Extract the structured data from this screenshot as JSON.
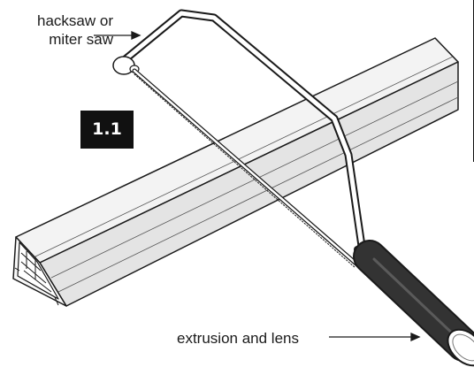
{
  "figure": {
    "step_number": "1.1",
    "labels": {
      "saw": [
        "hacksaw or",
        "miter saw"
      ],
      "extrusion": "extrusion and lens"
    },
    "colors": {
      "line": "#1a1a1a",
      "badge_background": "#111111",
      "badge_text": "#ffffff",
      "extrusion_top": "#f2f2f2",
      "extrusion_side": "#e2e2e2",
      "handle": "#2a2a2a"
    }
  }
}
